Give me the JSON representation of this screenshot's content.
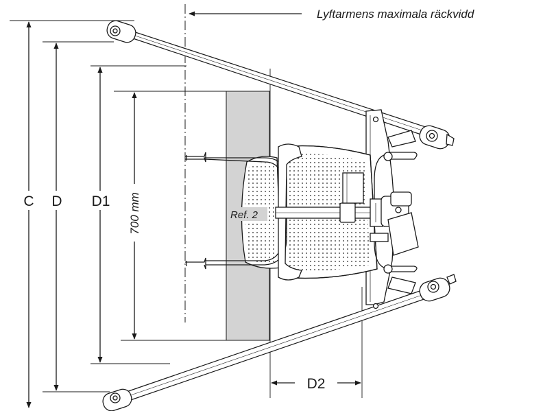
{
  "caption": "Lyftarmens maximala räckvidd",
  "dimensions": {
    "c": "C",
    "d": "D",
    "d1": "D1",
    "d2": "D2",
    "height_label": "700 mm"
  },
  "reference_label": "Ref. 2",
  "colors": {
    "line": "#1a1a1a",
    "obstacle": "#d3d3d3",
    "background": "#ffffff"
  }
}
